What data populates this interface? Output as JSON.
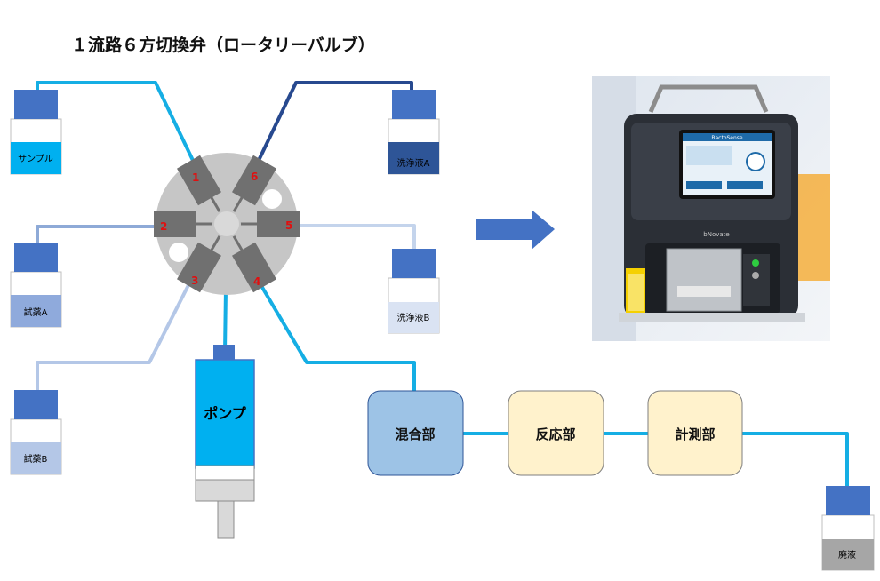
{
  "title": "１流路６方切換弁（ロータリーバルブ）",
  "bottles": {
    "sample": "サンプル",
    "wash_a": "洗浄液A",
    "reagent_a": "試薬A",
    "wash_b": "洗浄液B",
    "reagent_b": "試薬B",
    "waste": "廃液"
  },
  "valve_ports": [
    "1",
    "2",
    "3",
    "4",
    "5",
    "6"
  ],
  "pump_label": "ポンプ",
  "stages": {
    "mixing": "混合部",
    "reaction": "反応部",
    "measurement": "計測部"
  },
  "photo": {
    "screen_title": "BactoSense",
    "brand": "bNovate"
  },
  "colors": {
    "line_cyan": "#15aee4",
    "line_navy": "#27498f",
    "line_light_blue": "#8eaad7",
    "line_pale_blue": "#c4d4ec",
    "cap_blue": "#4472c4",
    "valve_gray": "#c6c6c6",
    "port_gray": "#707070",
    "stage_blue": "#9dc3e6",
    "stage_cream": "#fff2cc",
    "arrow_blue": "#4472c4"
  }
}
